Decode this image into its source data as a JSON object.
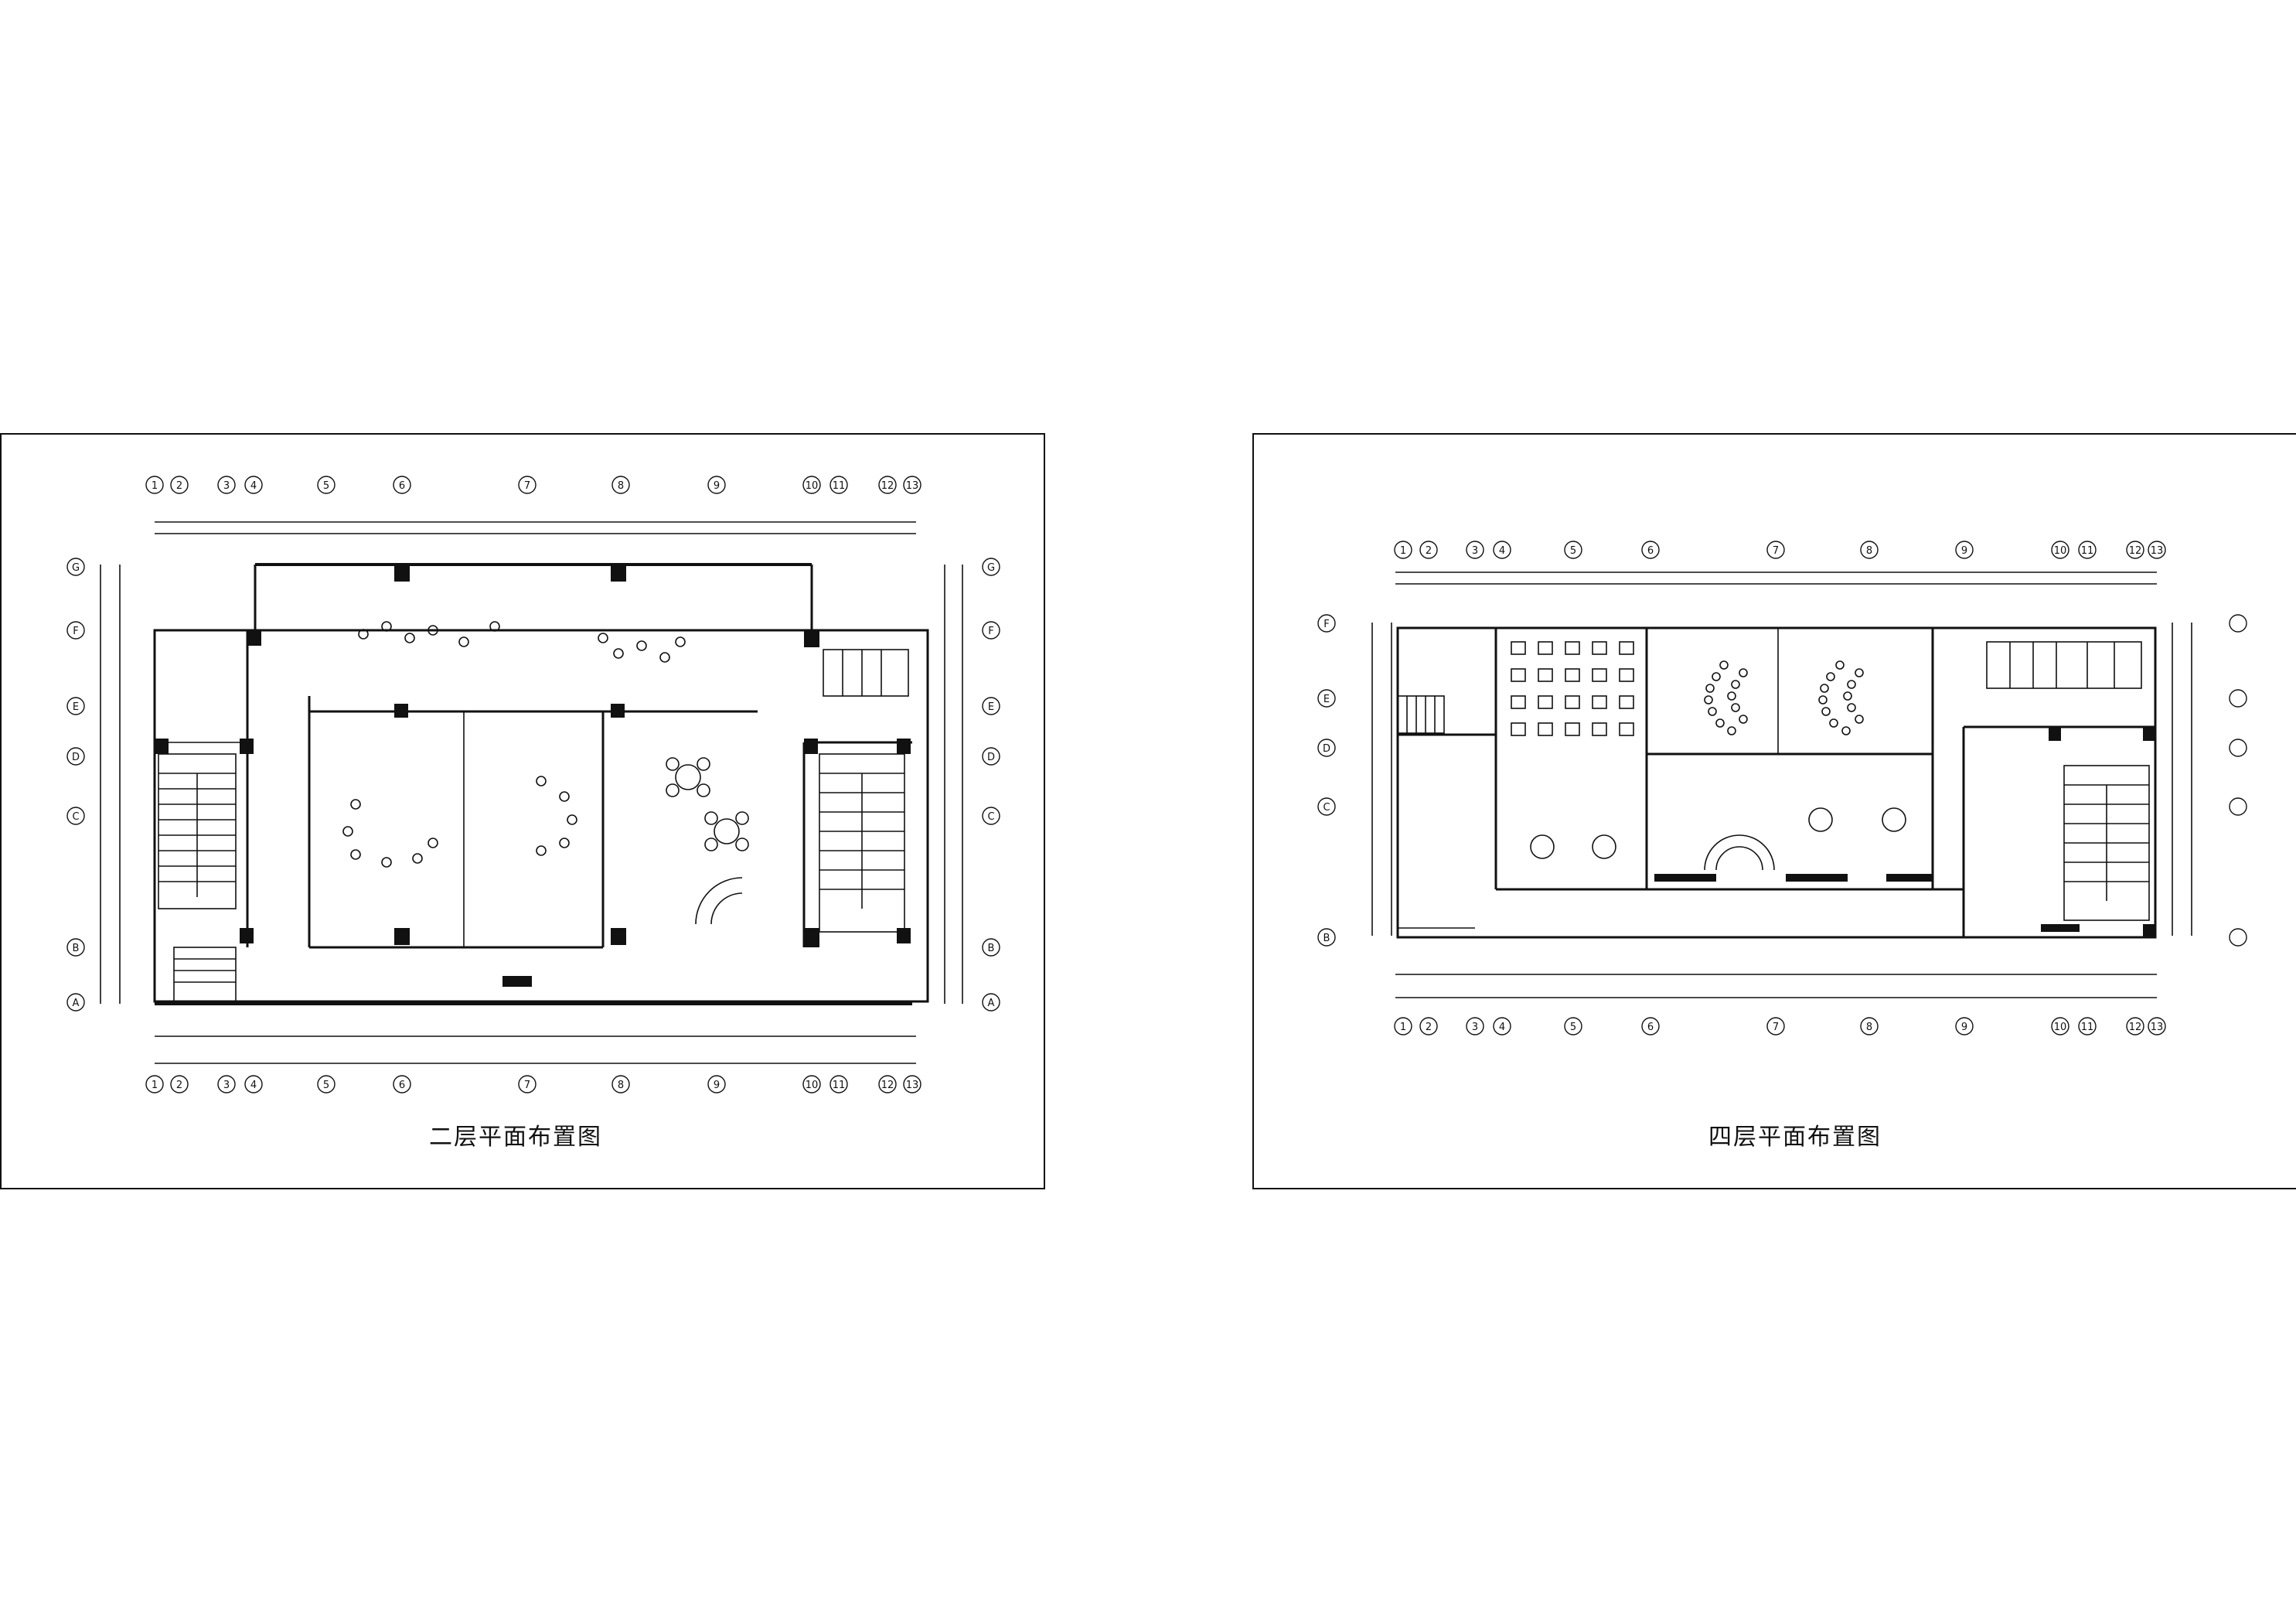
{
  "drawing_titles": {
    "left": "二层平面布置图",
    "right": "四层平面布置图"
  },
  "left_plan": {
    "column_axes": [
      "1",
      "2",
      "3",
      "4",
      "5",
      "6",
      "7",
      "8",
      "9",
      "10",
      "11",
      "12",
      "13"
    ],
    "row_axes": [
      "G",
      "F",
      "E",
      "D",
      "C",
      "B",
      "A"
    ]
  },
  "right_plan": {
    "column_axes": [
      "1",
      "2",
      "3",
      "4",
      "5",
      "6",
      "7",
      "8",
      "9",
      "10",
      "11",
      "12",
      "13"
    ],
    "row_axes": [
      "F",
      "E",
      "D",
      "C",
      "B"
    ]
  }
}
